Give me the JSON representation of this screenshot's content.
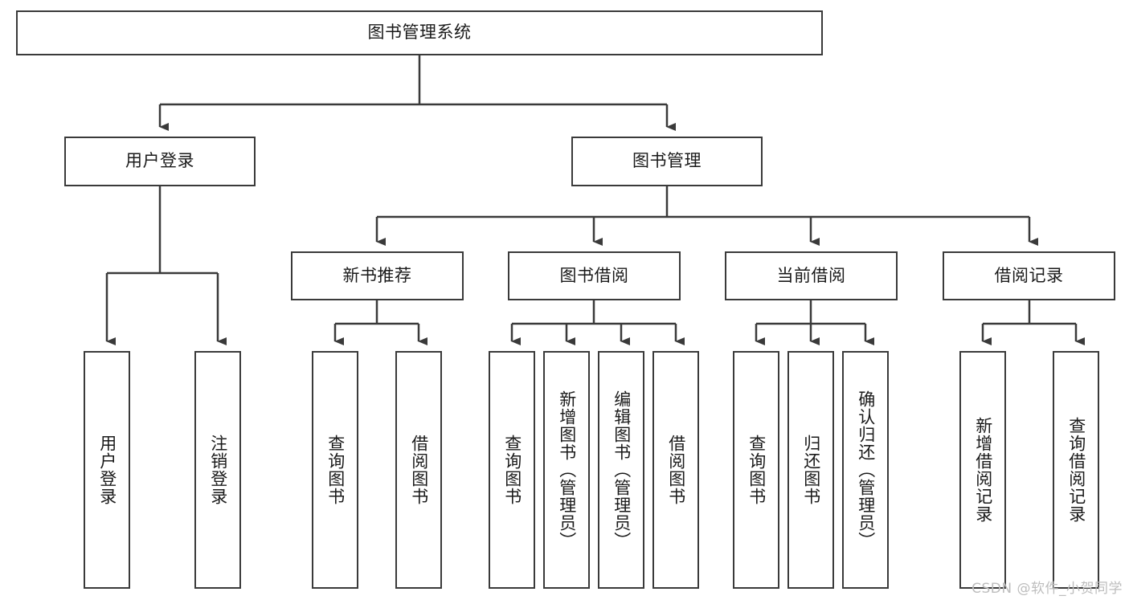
{
  "diagram": {
    "title": "图书管理系统",
    "type": "tree",
    "colors": {
      "background": "#ffffff",
      "stroke": "#3a3a3a",
      "text": "#1a1a1a",
      "watermark": "#bdbdbd"
    },
    "root": {
      "label": "图书管理系统"
    },
    "level1": [
      {
        "label": "用户登录"
      },
      {
        "label": "图书管理"
      }
    ],
    "level2": [
      {
        "label": "新书推荐"
      },
      {
        "label": "图书借阅"
      },
      {
        "label": "当前借阅"
      },
      {
        "label": "借阅记录"
      }
    ],
    "leaves": {
      "user_login": [
        {
          "label": "用户登录"
        },
        {
          "label": "注销登录"
        }
      ],
      "new_book_recommend": [
        {
          "label": "查询图书"
        },
        {
          "label": "借阅图书"
        }
      ],
      "book_borrow": [
        {
          "label": "查询图书"
        },
        {
          "label": "新增图书（管理员）"
        },
        {
          "label": "编辑图书（管理员）"
        },
        {
          "label": "借阅图书"
        }
      ],
      "current_borrow": [
        {
          "label": "查询图书"
        },
        {
          "label": "归还图书"
        },
        {
          "label": "确认归还（管理员）"
        }
      ],
      "borrow_record": [
        {
          "label": "新增借阅记录"
        },
        {
          "label": "查询借阅记录"
        }
      ]
    }
  },
  "watermark": {
    "text": "CSDN @软件_小贺同学"
  }
}
